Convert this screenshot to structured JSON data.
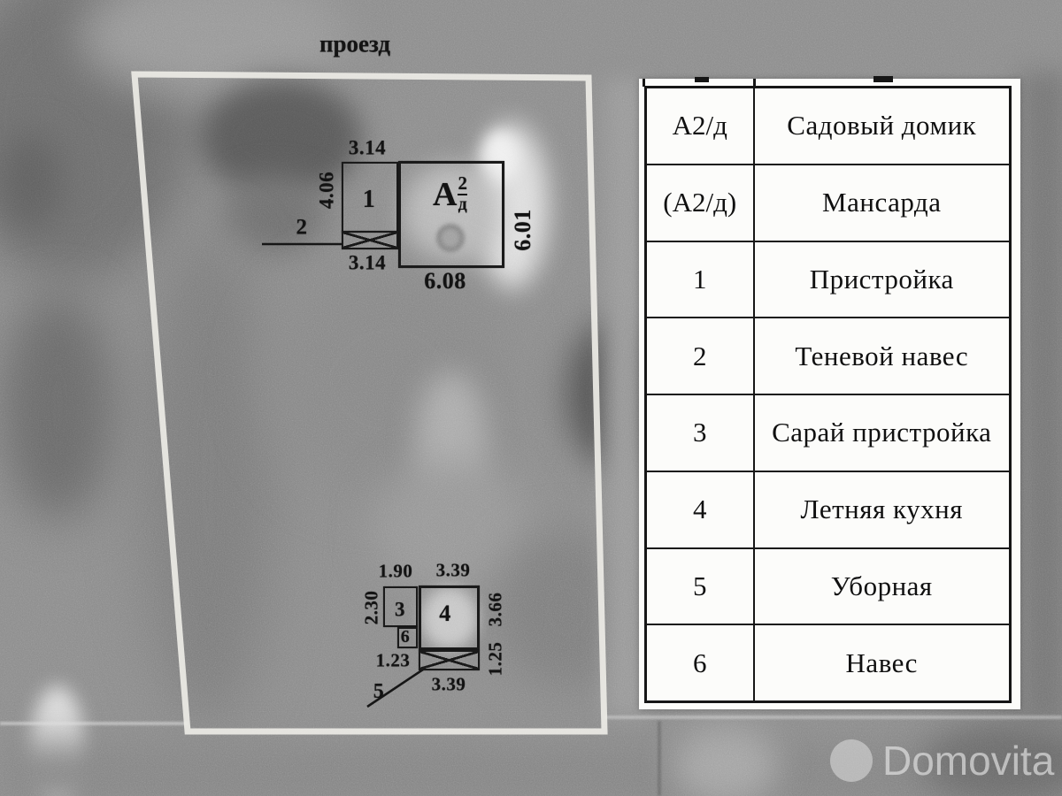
{
  "colors": {
    "ink": "#161616",
    "paper": "#fcfcfa",
    "boundary": "#edece6",
    "photo": "#8b8b8b",
    "watermark": "#e9e9e9"
  },
  "road_label": "проезд",
  "watermark": "Domovita",
  "legend": {
    "rows": [
      {
        "code": "А2/д",
        "label": "Садовый домик"
      },
      {
        "code": "(А2/д)",
        "label": "Мансарда"
      },
      {
        "code": "1",
        "label": "Пристройка"
      },
      {
        "code": "2",
        "label": "Теневой навес"
      },
      {
        "code": "3",
        "label": "Сарай пристройка"
      },
      {
        "code": "4",
        "label": "Летняя кухня"
      },
      {
        "code": "5",
        "label": "Уборная"
      },
      {
        "code": "6",
        "label": "Навес"
      }
    ]
  },
  "plan": {
    "house": {
      "letter": "А",
      "sup": "2",
      "sub": "д",
      "dim_top": "3.14",
      "dim_left": "4.06",
      "dim_bottom": "3.14",
      "dim_base": "6.08",
      "dim_right": "6.01",
      "annex": "1",
      "shade": "2"
    },
    "kitchen": {
      "dim_top_left": "1.90",
      "dim_top": "3.39",
      "dim_left": "2.30",
      "dim_right": "3.66",
      "dim_right_low": "1.25",
      "dim_left_low": "1.23",
      "dim_bottom": "3.39",
      "shed": "3",
      "kitchen": "4",
      "latrine": "5",
      "canopy": "6"
    }
  }
}
